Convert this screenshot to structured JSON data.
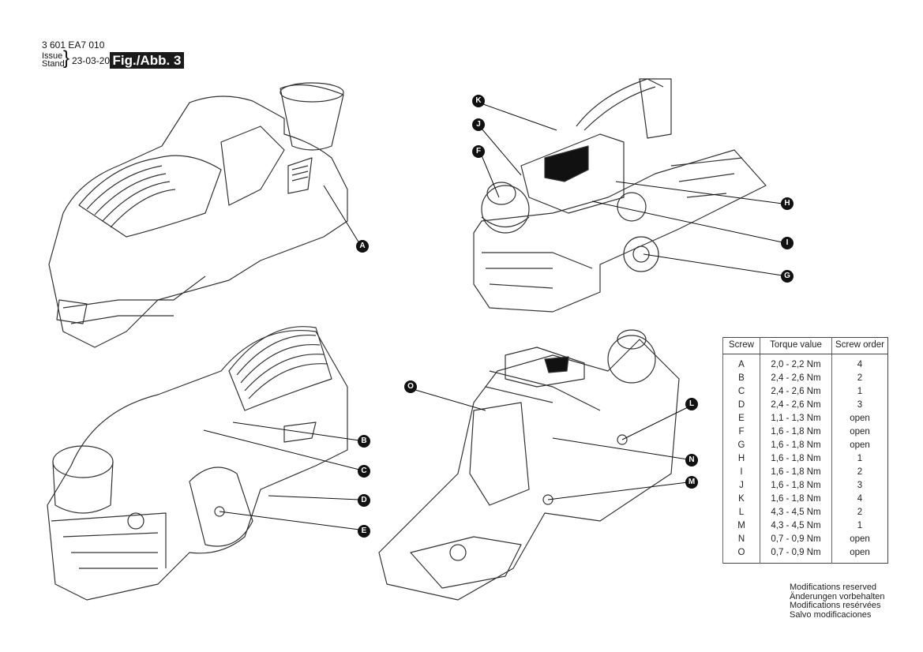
{
  "header": {
    "part_number": "3 601 EA7 010",
    "issue_label": "Issue",
    "stand_label": "Stand",
    "date": "23-03-20",
    "figure_label": "Fig./Abb. 3"
  },
  "callouts": [
    "A",
    "B",
    "C",
    "D",
    "E",
    "F",
    "G",
    "H",
    "I",
    "J",
    "K",
    "L",
    "M",
    "N",
    "O"
  ],
  "table": {
    "headers": [
      "Screw",
      "Torque value",
      "Screw order"
    ],
    "rows": [
      {
        "screw": "A",
        "torque": "2,0 - 2,2 Nm",
        "order": "4"
      },
      {
        "screw": "B",
        "torque": "2,4 - 2,6 Nm",
        "order": "2"
      },
      {
        "screw": "C",
        "torque": "2,4 - 2,6 Nm",
        "order": "1"
      },
      {
        "screw": "D",
        "torque": "2,4 - 2,6 Nm",
        "order": "3"
      },
      {
        "screw": "E",
        "torque": "1,1 - 1,3 Nm",
        "order": "open"
      },
      {
        "screw": "F",
        "torque": "1,6 - 1,8 Nm",
        "order": "open"
      },
      {
        "screw": "G",
        "torque": "1,6 - 1,8 Nm",
        "order": "open"
      },
      {
        "screw": "H",
        "torque": "1,6 - 1,8 Nm",
        "order": "1"
      },
      {
        "screw": "I",
        "torque": "1,6 - 1,8 Nm",
        "order": "2"
      },
      {
        "screw": "J",
        "torque": "1,6 - 1,8 Nm",
        "order": "3"
      },
      {
        "screw": "K",
        "torque": "1,6 - 1,8 Nm",
        "order": "4"
      },
      {
        "screw": "L",
        "torque": "4,3 - 4,5 Nm",
        "order": "2"
      },
      {
        "screw": "M",
        "torque": "4,3 - 4,5 Nm",
        "order": "1"
      },
      {
        "screw": "N",
        "torque": "0,7 - 0,9 Nm",
        "order": "open"
      },
      {
        "screw": "O",
        "torque": "0,7 - 0,9 Nm",
        "order": "open"
      }
    ]
  },
  "footer": {
    "lines": [
      "Modifications reserved",
      "Änderungen vorbehalten",
      "Modifications resérvées",
      "Salvo modificaciones"
    ]
  }
}
